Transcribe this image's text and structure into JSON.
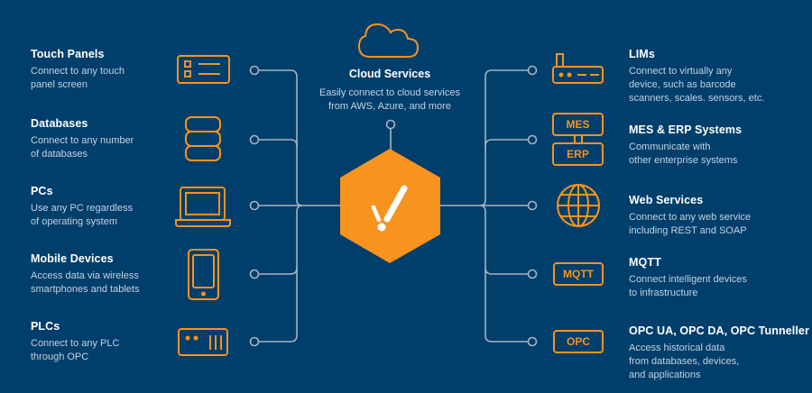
{
  "colors": {
    "background": "#003e6b",
    "accent": "#f7931e",
    "wire": "#a7b4c2",
    "title": "#ffffff",
    "description": "#c5d3e0"
  },
  "center": {
    "icon": "inductive-automation-logo-icon",
    "cloud": {
      "icon": "cloud-icon",
      "title": "Cloud Services",
      "description_lines": [
        "Easily connect to cloud services",
        "from AWS, Azure, and more"
      ]
    }
  },
  "left": [
    {
      "icon": "touch-panel-icon",
      "title": "Touch Panels",
      "description_lines": [
        "Connect to any touch",
        "panel screen"
      ]
    },
    {
      "icon": "database-icon",
      "title": "Databases",
      "description_lines": [
        "Connect to any number",
        "of databases"
      ]
    },
    {
      "icon": "laptop-icon",
      "title": "PCs",
      "description_lines": [
        "Use any PC regardless",
        "of operating system"
      ]
    },
    {
      "icon": "mobile-device-icon",
      "title": "Mobile Devices",
      "description_lines": [
        "Access data via wireless",
        "smartphones and tablets"
      ]
    },
    {
      "icon": "plc-icon",
      "title": "PLCs",
      "description_lines": [
        "Connect to any PLC",
        "through OPC"
      ]
    }
  ],
  "right": [
    {
      "icon": "router-device-icon",
      "title": "LIMs",
      "description_lines": [
        "Connect to virtually any",
        "device, such as barcode",
        "scanners, scales. sensors, etc."
      ]
    },
    {
      "icon": "mes-erp-icon",
      "icon_labels": [
        "MES",
        "ERP"
      ],
      "title": "MES & ERP Systems",
      "description_lines": [
        "Communicate with",
        "other enterprise systems"
      ]
    },
    {
      "icon": "globe-icon",
      "title": "Web Services",
      "description_lines": [
        "Connect to any web service",
        "including REST and SOAP"
      ]
    },
    {
      "icon": "mqtt-icon",
      "icon_label": "MQTT",
      "title": "MQTT",
      "description_lines": [
        "Connect intelligent devices",
        "to infrastructure"
      ]
    },
    {
      "icon": "opc-icon",
      "icon_label": "OPC",
      "title": "OPC UA, OPC DA, OPC Tunneller",
      "description_lines": [
        "Access historical data",
        "from databases, devices,",
        "and applications"
      ]
    }
  ]
}
